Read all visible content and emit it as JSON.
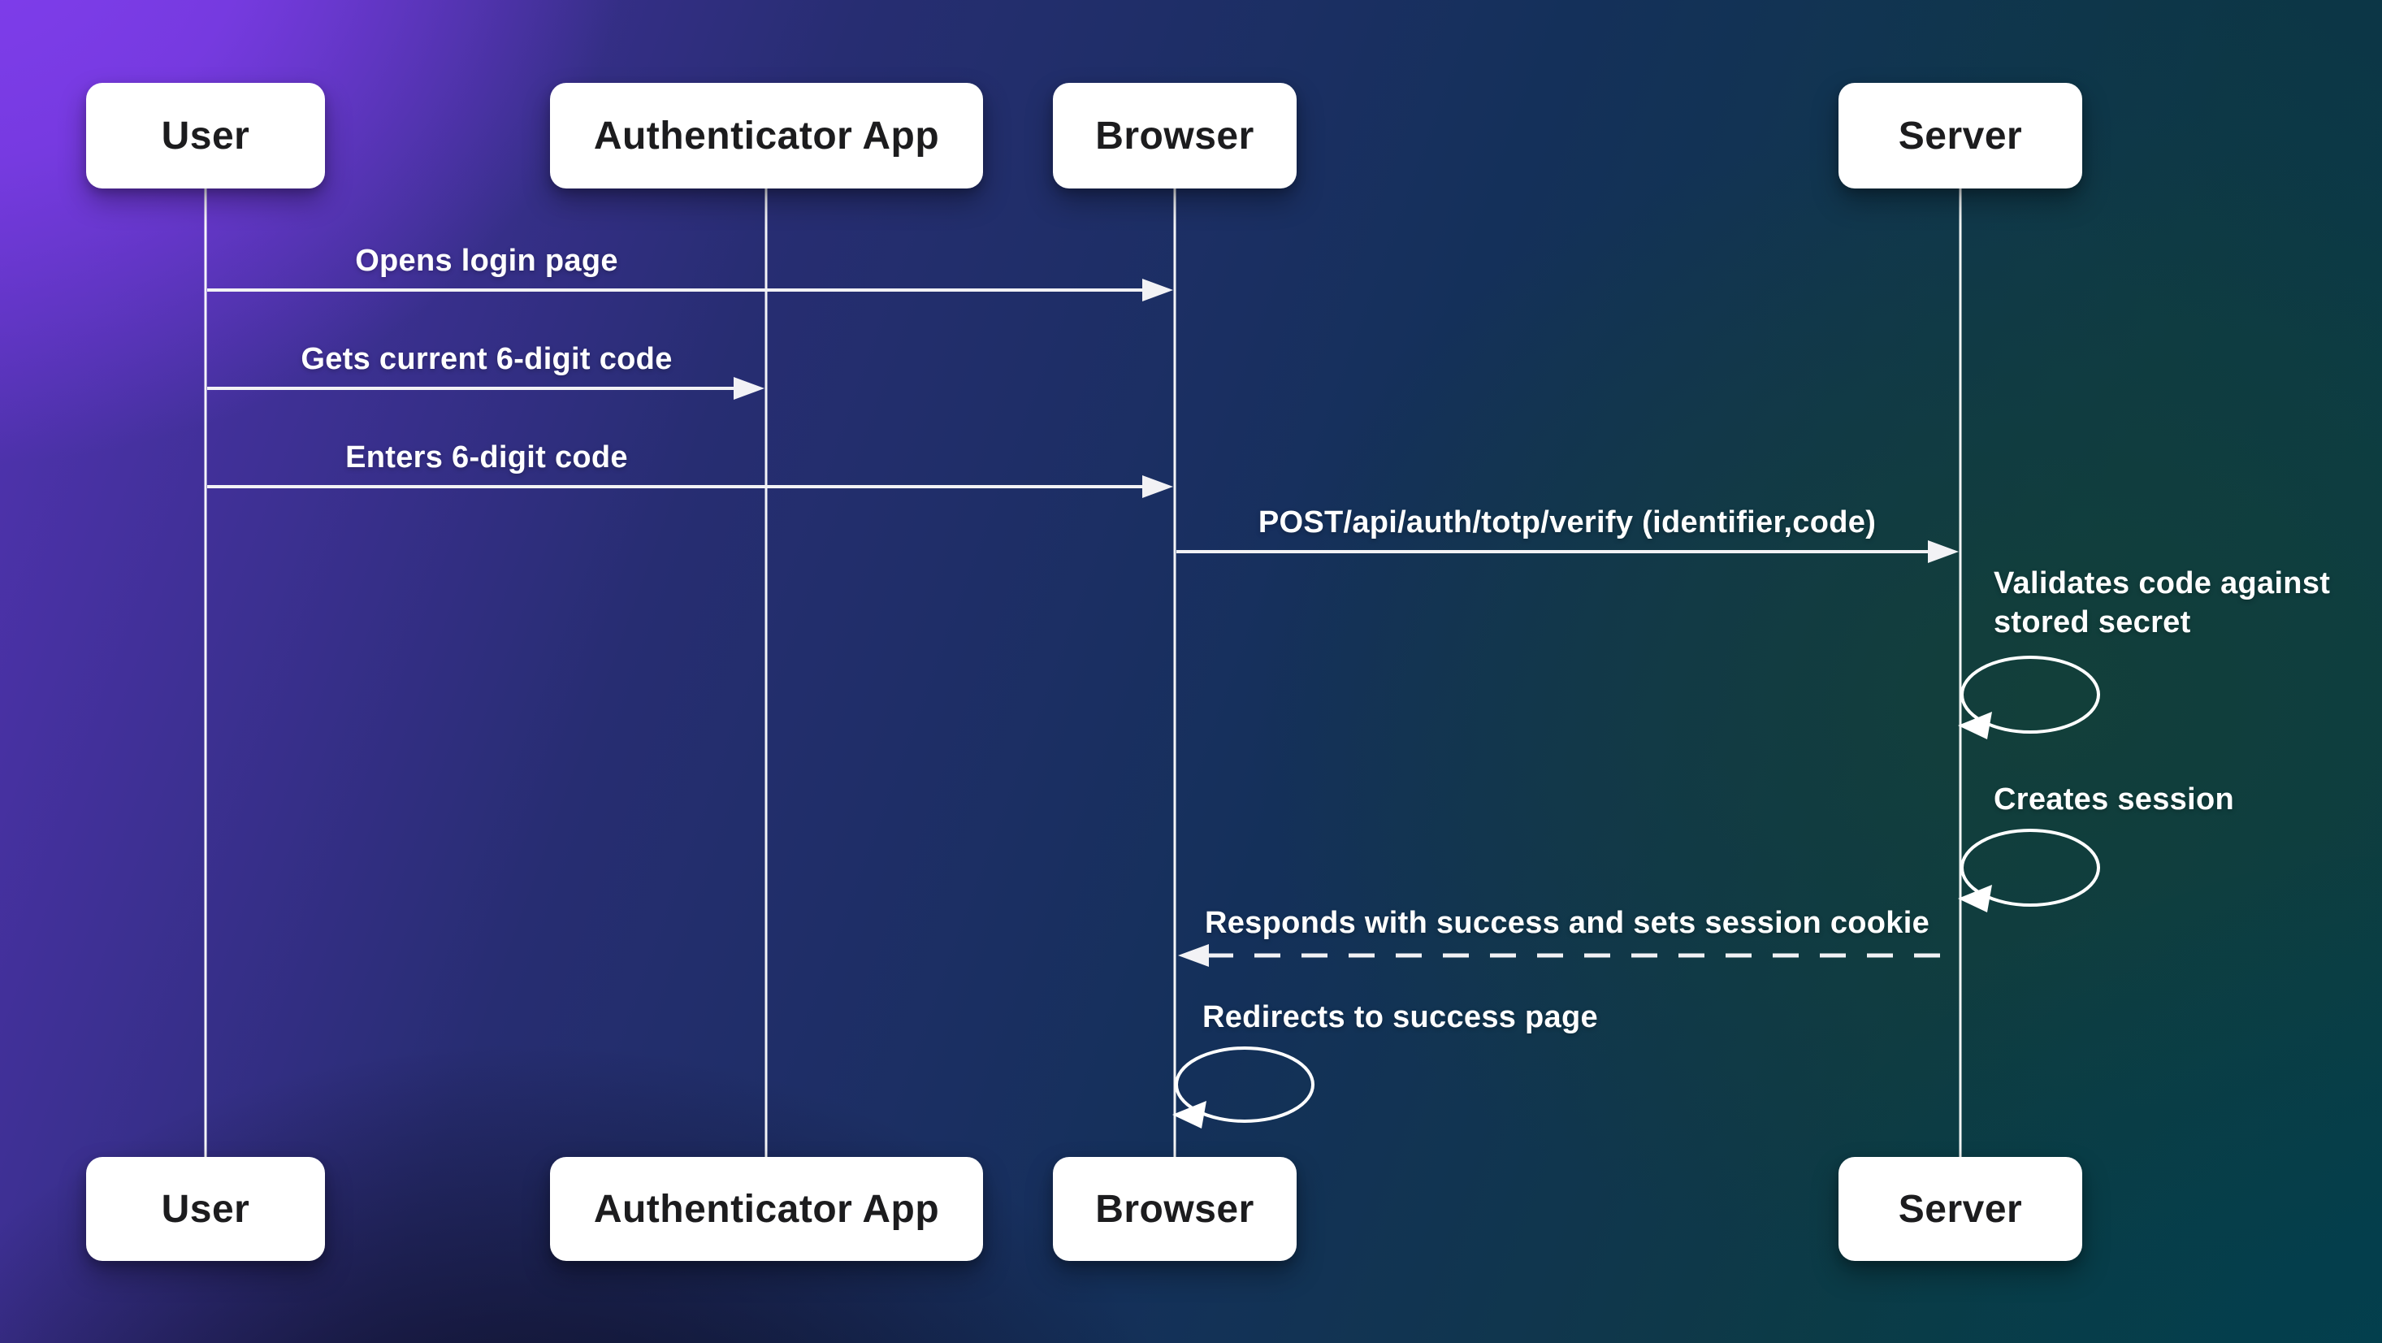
{
  "colors": {
    "background_purple": "#813eee",
    "background_navy": "#16265c",
    "background_teal": "#024050",
    "background_green": "#134038",
    "line": "#f2f2f5",
    "actor_box_bg": "#ffffff",
    "actor_text": "#1c1c1e",
    "message_text": "#ffffff"
  },
  "diagram": {
    "type": "sequence",
    "actors": [
      {
        "id": "user",
        "label": "User"
      },
      {
        "id": "authenticator-app",
        "label": "Authenticator App"
      },
      {
        "id": "browser",
        "label": "Browser"
      },
      {
        "id": "server",
        "label": "Server"
      }
    ],
    "messages": [
      {
        "from": "User",
        "to": "Browser",
        "style": "solid",
        "label": "Opens login page"
      },
      {
        "from": "User",
        "to": "Authenticator App",
        "style": "solid",
        "label": "Gets current 6-digit code"
      },
      {
        "from": "User",
        "to": "Browser",
        "style": "solid",
        "label": "Enters 6-digit code"
      },
      {
        "from": "Browser",
        "to": "Server",
        "style": "solid",
        "label": "POST/api/auth/totp/verify (identifier,code)"
      },
      {
        "from": "Server",
        "to": "Server",
        "style": "self-loop",
        "label": "Validates code against stored secret"
      },
      {
        "from": "Server",
        "to": "Server",
        "style": "self-loop",
        "label": "Creates session"
      },
      {
        "from": "Server",
        "to": "Browser",
        "style": "dashed",
        "label": "Responds with success and sets session cookie"
      },
      {
        "from": "Browser",
        "to": "Browser",
        "style": "self-loop",
        "label": "Redirects to success page"
      }
    ]
  }
}
